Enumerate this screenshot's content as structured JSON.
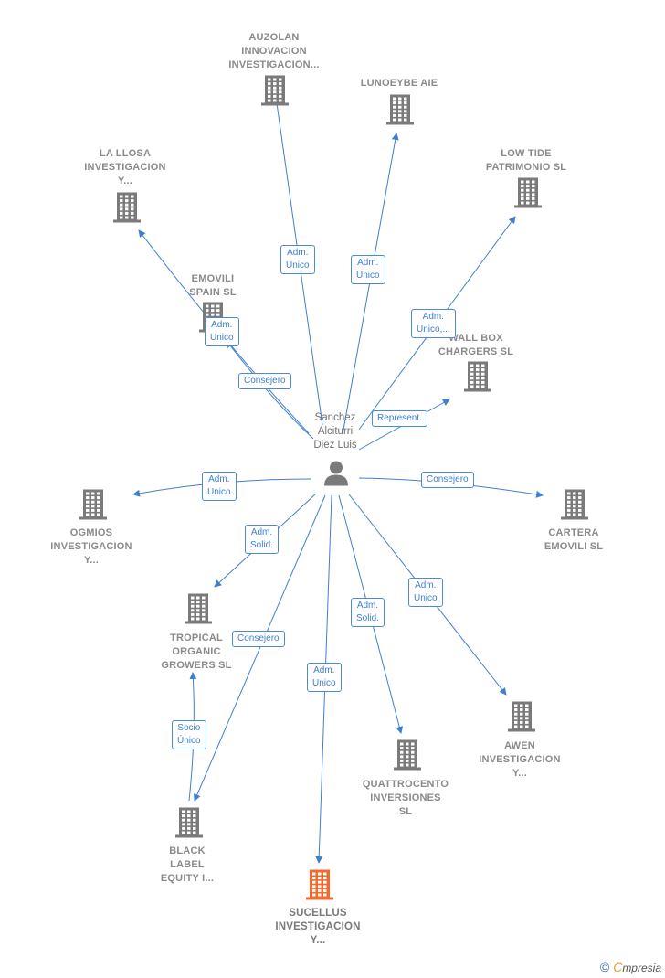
{
  "center": {
    "name": [
      "Sanchez",
      "Alciturri",
      "Diez Luis"
    ]
  },
  "companies": [
    {
      "id": "auzolan",
      "name": [
        "AUZOLAN",
        "INNOVACION",
        "INVESTIGACION..."
      ],
      "highlight": false
    },
    {
      "id": "lunoeybe",
      "name": [
        "LUNOEYBE AIE"
      ],
      "highlight": false
    },
    {
      "id": "lallosa",
      "name": [
        "LA LLOSA",
        "INVESTIGACION",
        "Y..."
      ],
      "highlight": false
    },
    {
      "id": "lowtide",
      "name": [
        "LOW TIDE",
        "PATRIMONIO SL"
      ],
      "highlight": false
    },
    {
      "id": "emovilispain",
      "name": [
        "EMOVILI",
        "SPAIN  SL"
      ],
      "highlight": false
    },
    {
      "id": "wallbox",
      "name": [
        "WALL BOX",
        "CHARGERS  SL"
      ],
      "highlight": false
    },
    {
      "id": "ogmios",
      "name": [
        "OGMIOS",
        "INVESTIGACION",
        "Y..."
      ],
      "highlight": false
    },
    {
      "id": "cartera",
      "name": [
        "CARTERA",
        "EMOVILI  SL"
      ],
      "highlight": false
    },
    {
      "id": "tropical",
      "name": [
        "TROPICAL",
        "ORGANIC",
        "GROWERS  SL"
      ],
      "highlight": false
    },
    {
      "id": "awen",
      "name": [
        "AWEN",
        "INVESTIGACION",
        "Y..."
      ],
      "highlight": false
    },
    {
      "id": "quattrocento",
      "name": [
        "QUATTROCENTO",
        "INVERSIONES",
        "SL"
      ],
      "highlight": false
    },
    {
      "id": "blacklabel",
      "name": [
        "BLACK",
        "LABEL",
        "EQUITY I..."
      ],
      "highlight": false
    },
    {
      "id": "sucellus",
      "name": [
        "SUCELLUS",
        "INVESTIGACION",
        "Y..."
      ],
      "highlight": true
    }
  ],
  "relations": [
    {
      "id": "r-auzolan",
      "label": [
        "Adm.",
        "Unico"
      ]
    },
    {
      "id": "r-lunoeybe",
      "label": [
        "Adm.",
        "Unico"
      ]
    },
    {
      "id": "r-lowtide",
      "label": [
        "Adm.",
        "Unico,..."
      ]
    },
    {
      "id": "r-lallosa",
      "label": [
        "Adm.",
        "Unico"
      ]
    },
    {
      "id": "r-emovili",
      "label": [
        "Consejero"
      ]
    },
    {
      "id": "r-wallbox",
      "label": [
        "Represent."
      ]
    },
    {
      "id": "r-ogmios",
      "label": [
        "Adm.",
        "Unico"
      ]
    },
    {
      "id": "r-cartera",
      "label": [
        "Consejero"
      ]
    },
    {
      "id": "r-tropical",
      "label": [
        "Adm.",
        "Solid."
      ]
    },
    {
      "id": "r-blacklabel",
      "label": [
        "Consejero"
      ]
    },
    {
      "id": "r-sucellus",
      "label": [
        "Adm.",
        "Unico"
      ]
    },
    {
      "id": "r-quattrocento",
      "label": [
        "Adm.",
        "Solid."
      ]
    },
    {
      "id": "r-awen",
      "label": [
        "Adm.",
        "Unico"
      ]
    },
    {
      "id": "r-black-tropical",
      "label": [
        "Socio",
        "Único"
      ]
    }
  ],
  "footer": {
    "copyright": "©",
    "brand_initial": "C",
    "brand_rest": "mpresia"
  },
  "colors": {
    "edge": "#3f7fd0",
    "building": "#7a7a7a",
    "building_highlight": "#f26a2e",
    "person": "#7a7a7a"
  }
}
